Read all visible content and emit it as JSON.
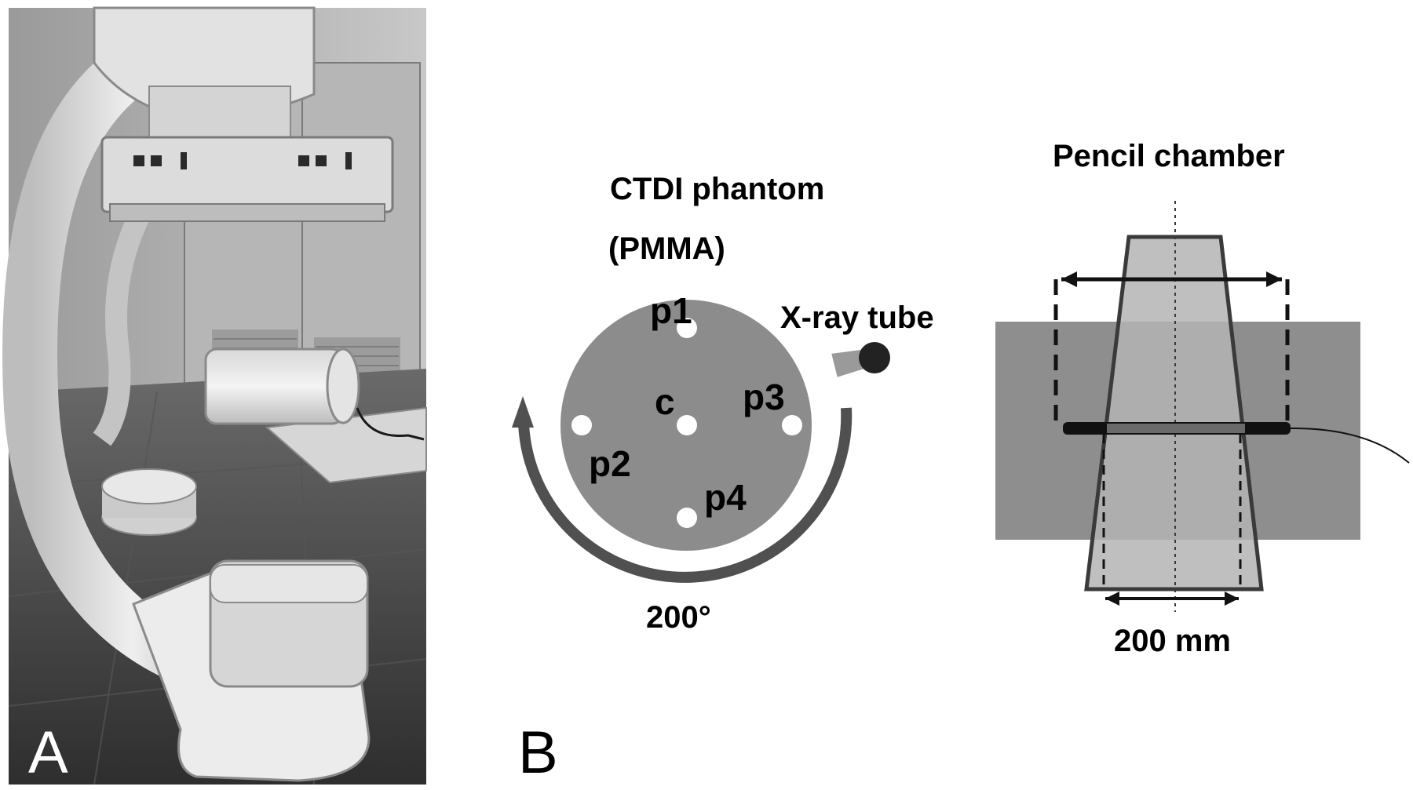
{
  "panel_a": {
    "letter": "A",
    "photo_description_icon": "c-arm-photo"
  },
  "panel_b": {
    "letter": "B",
    "phantom_title_line1": "CTDI phantom",
    "phantom_title_line2": "(PMMA)",
    "position_labels": {
      "p1": "p1",
      "p2": "p2",
      "p3": "p3",
      "p4": "p4",
      "center": "c"
    },
    "xray_tube_label": "X-ray tube",
    "rotation_label": "200°",
    "chamber_title": "Pencil chamber",
    "length_label": "200 mm"
  },
  "colors": {
    "phantom_fill": "#8c8c8c",
    "arc_color": "#505050",
    "block_fill": "#8e8e8e",
    "beam_fill": "#b4b4b4",
    "dark": "#111111"
  }
}
